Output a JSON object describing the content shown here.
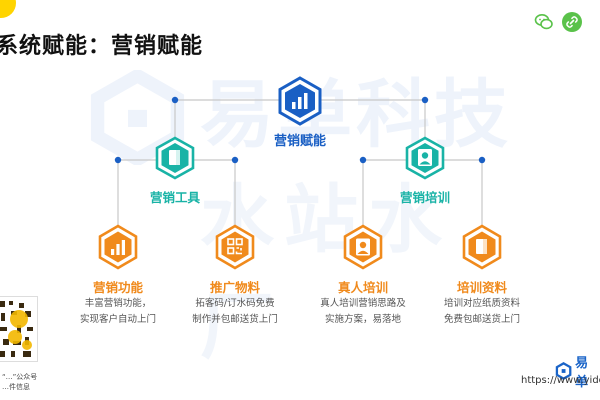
{
  "header": {
    "title": "系统赋能：营销赋能"
  },
  "watermark": {
    "line1": "易单科技",
    "line2": "水站水厂"
  },
  "colors": {
    "blue": "#1a5fc4",
    "teal": "#19b3a6",
    "orange": "#f08a1c",
    "line": "#c8c8c8"
  },
  "diagram": {
    "root": {
      "label": "营销赋能",
      "icon": "bar-chart-icon"
    },
    "left": {
      "label": "营销工具",
      "icon": "document-icon"
    },
    "right": {
      "label": "营销培训",
      "icon": "person-icon"
    },
    "leaves": [
      {
        "label": "营销功能",
        "icon": "bar-chart-icon",
        "desc1": "丰富营销功能，",
        "desc2": "实现客户自动上门"
      },
      {
        "label": "推广物料",
        "icon": "qr-code-icon",
        "desc1": "拓客码/订水码免费",
        "desc2": "制作并包邮送货上门"
      },
      {
        "label": "真人培训",
        "icon": "person-icon",
        "desc1": "真人培训营销思路及",
        "desc2": "实施方案，易落地"
      },
      {
        "label": "培训资料",
        "icon": "document-icon",
        "desc1": "培训对应纸质资料",
        "desc2": "免费包邮送货上门"
      }
    ]
  },
  "footer": {
    "qr_caption1": "“…”公众号",
    "qr_caption2": "…件信息",
    "brand": "易单",
    "url": "https://www.yido"
  }
}
